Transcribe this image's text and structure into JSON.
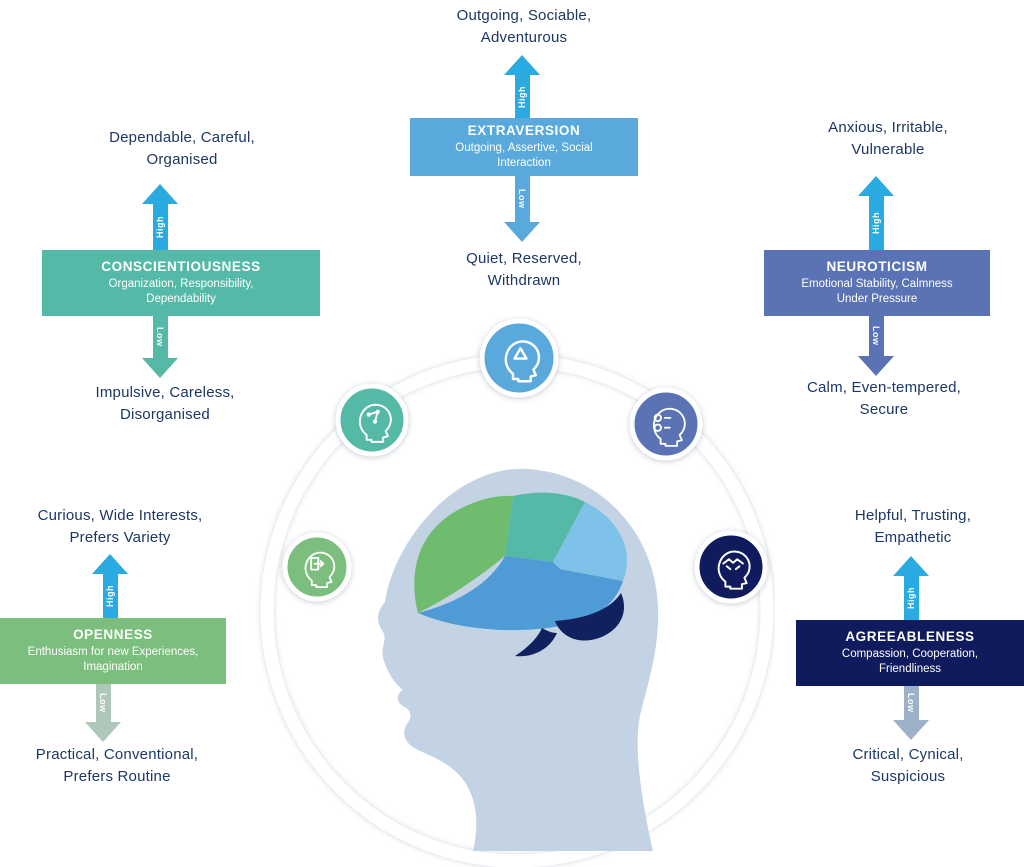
{
  "colors": {
    "high_arrow": "#29abe2",
    "text": "#1c3766",
    "white": "#ffffff"
  },
  "arrow_labels": {
    "high": "High",
    "low": "Low"
  },
  "traits": {
    "extraversion": {
      "title": "EXTRAVERSION",
      "subtitle": "Outgoing, Assertive, Social\nInteraction",
      "high_text": "Outgoing, Sociable,\nAdventurous",
      "low_text": "Quiet, Reserved,\nWithdrawn",
      "color": "#5aa9dc",
      "low_arrow_color": "#5aa9dc",
      "icon": "head-recycle-icon"
    },
    "conscientiousness": {
      "title": "CONSCIENTIOUSNESS",
      "subtitle": "Organization, Responsibility,\nDependability",
      "high_text": "Dependable, Careful,\nOrganised",
      "low_text": "Impulsive, Careless,\nDisorganised",
      "color": "#54b9a7",
      "low_arrow_color": "#54b9a7",
      "icon": "head-circuit-icon"
    },
    "neuroticism": {
      "title": "NEUROTICISM",
      "subtitle": "Emotional Stability, Calmness\nUnder Pressure",
      "high_text": "Anxious, Irritable,\nVulnerable",
      "low_text": "Calm, Even-tempered,\nSecure",
      "color": "#5a73b4",
      "low_arrow_color": "#5a73b4",
      "icon": "head-moods-icon"
    },
    "openness": {
      "title": "OPENNESS",
      "subtitle": "Enthusiasm for new Experiences,\nImagination",
      "high_text": "Curious, Wide Interests,\nPrefers Variety",
      "low_text": "Practical, Conventional,\nPrefers Routine",
      "color": "#7cbe7d",
      "low_arrow_color": "#aec7b8",
      "icon": "head-door-icon"
    },
    "agreeableness": {
      "title": "AGREEABLENESS",
      "subtitle": "Compassion, Cooperation,\nFriendliness",
      "high_text": "Helpful,  Trusting,\nEmpathetic",
      "low_text": "Critical, Cynical,\nSuspicious",
      "color": "#101b5e",
      "low_arrow_color": "#9db1c8",
      "icon": "head-handshake-icon"
    }
  },
  "center": {
    "ring_color": "#ffffff",
    "head_color": "#c4d3e4",
    "brain_segments": {
      "frontal": "#6fbc6e",
      "parietal": "#54b9a7",
      "occipital": "#7ec2ea",
      "temporal": "#4f9bd5",
      "cerebellum": "#11205f"
    }
  }
}
